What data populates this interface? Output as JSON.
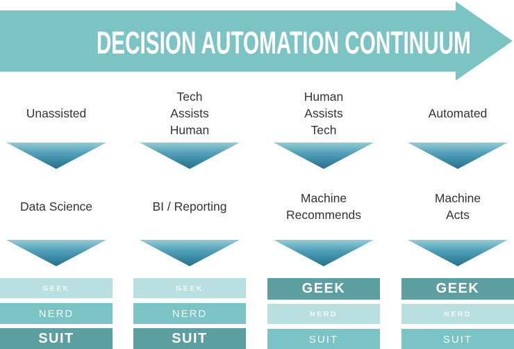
{
  "banner": {
    "title": "DECISION AUTOMATION CONTINUUM"
  },
  "colors": {
    "arrow": "#7cc4c4",
    "triangle_top": "#93cbd6",
    "triangle_bottom": "#25708e",
    "box_light": "#b9dfe1",
    "box_medium": "#7bc3c5",
    "box_dark": "#5d9ea1",
    "label_text": "#333333"
  },
  "columns": [
    {
      "stage": "Unassisted",
      "method": "Data Science",
      "roles": [
        {
          "label": "GEEK",
          "emphasis": "low"
        },
        {
          "label": "NERD",
          "emphasis": "medium"
        },
        {
          "label": "SUIT",
          "emphasis": "high"
        }
      ]
    },
    {
      "stage": "Tech\nAssists\nHuman",
      "method": "BI / Reporting",
      "roles": [
        {
          "label": "GEEK",
          "emphasis": "low"
        },
        {
          "label": "NERD",
          "emphasis": "medium"
        },
        {
          "label": "SUIT",
          "emphasis": "high"
        }
      ]
    },
    {
      "stage": "Human\nAssists\nTech",
      "method": "Machine\nRecommends",
      "roles": [
        {
          "label": "GEEK",
          "emphasis": "high"
        },
        {
          "label": "NERD",
          "emphasis": "low"
        },
        {
          "label": "SUIT",
          "emphasis": "medium"
        }
      ]
    },
    {
      "stage": "Automated",
      "method": "Machine\nActs",
      "roles": [
        {
          "label": "GEEK",
          "emphasis": "high"
        },
        {
          "label": "NERD",
          "emphasis": "low"
        },
        {
          "label": "SUIT",
          "emphasis": "medium"
        }
      ]
    }
  ]
}
